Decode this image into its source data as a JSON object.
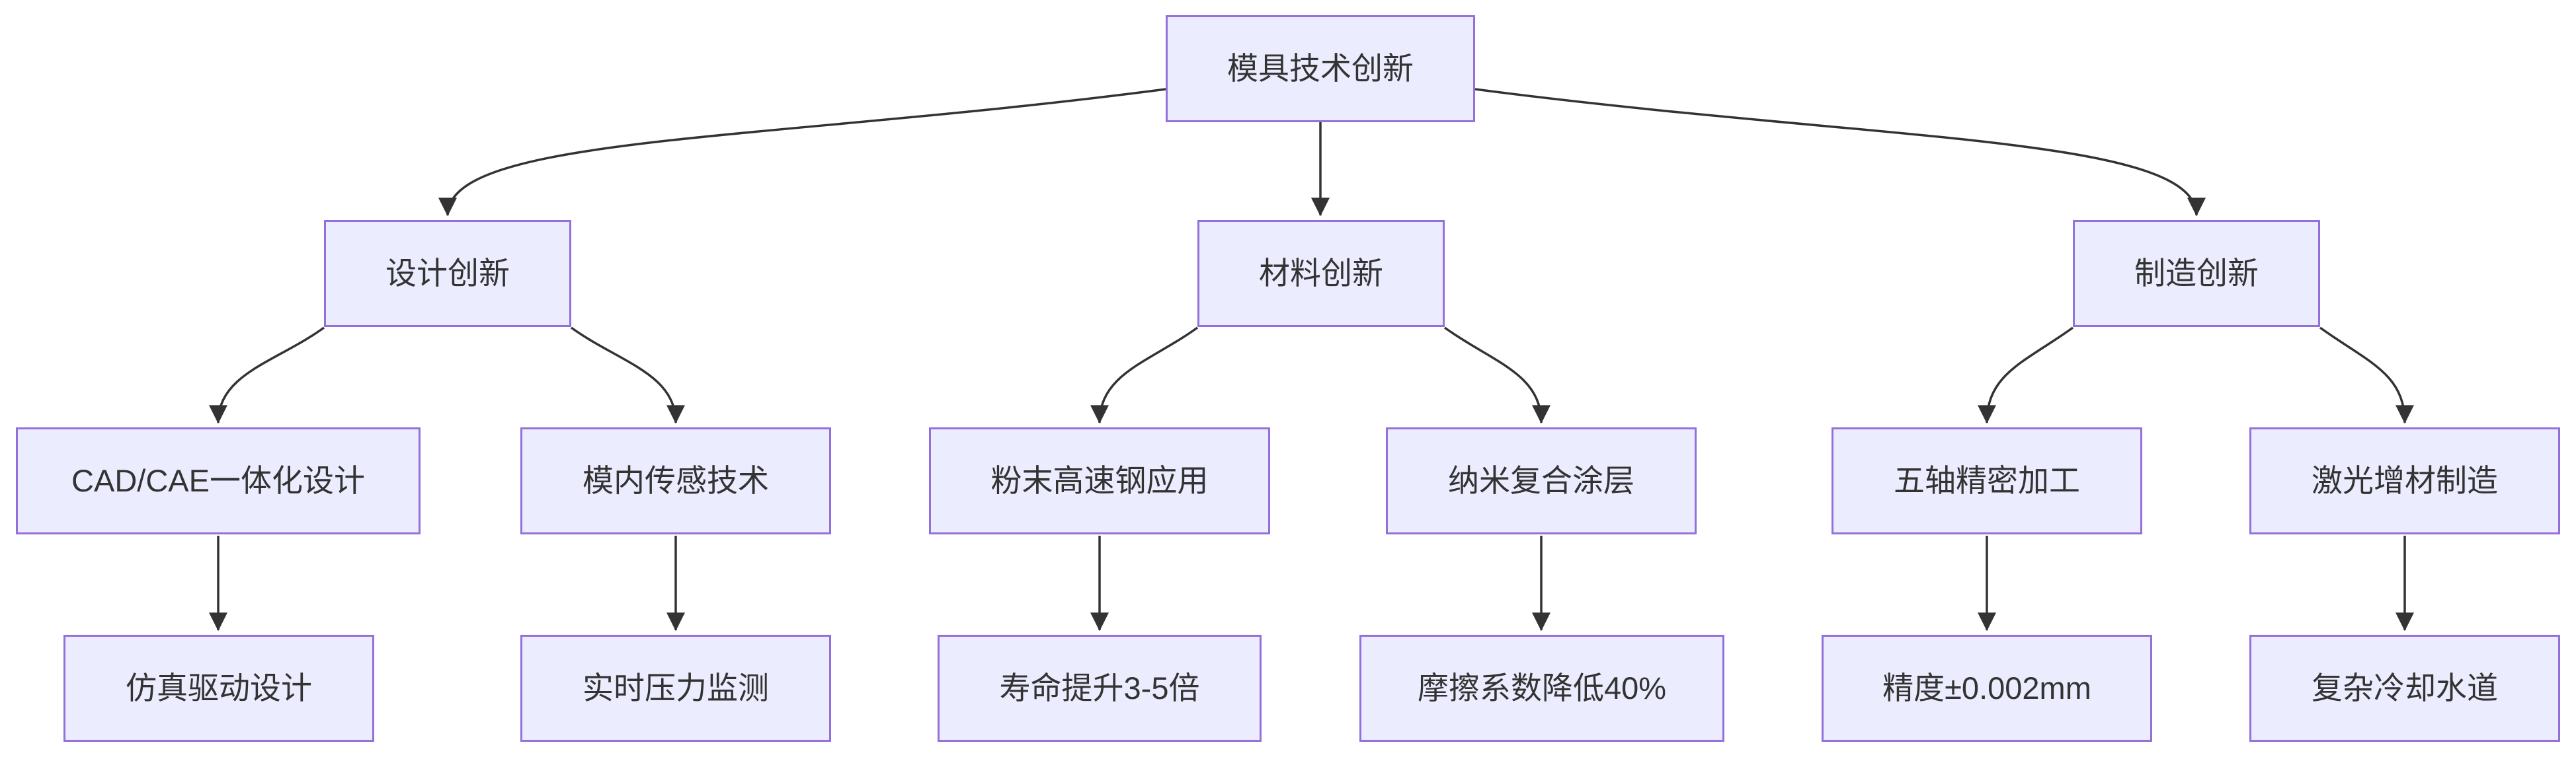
{
  "diagram": {
    "type": "flowchart",
    "direction": "top-down",
    "title": "模具技术创新",
    "background_color": "#ffffff",
    "node_fill_color": "#ECECFF",
    "node_border_color": "#9370DB",
    "edge_color": "#333333",
    "text_color": "#333333"
  },
  "nodes": [
    {
      "id": "root",
      "label": "模具技术创新",
      "level": 1
    },
    {
      "id": "design",
      "label": "设计创新",
      "level": 2
    },
    {
      "id": "material",
      "label": "材料创新",
      "level": 2
    },
    {
      "id": "manufacturing",
      "label": "制造创新",
      "level": 2
    },
    {
      "id": "cad-cae",
      "label": "CAD/CAE一体化设计",
      "level": 3
    },
    {
      "id": "in-mold-sensing",
      "label": "模内传感技术",
      "level": 3
    },
    {
      "id": "powder-hss",
      "label": "粉末高速钢应用",
      "level": 3
    },
    {
      "id": "nano-coating",
      "label": "纳米复合涂层",
      "level": 3
    },
    {
      "id": "five-axis",
      "label": "五轴精密加工",
      "level": 3
    },
    {
      "id": "laser-am",
      "label": "激光增材制造",
      "level": 3
    },
    {
      "id": "simulation-driven",
      "label": "仿真驱动设计",
      "level": 4
    },
    {
      "id": "realtime-pressure",
      "label": "实时压力监测",
      "level": 4
    },
    {
      "id": "lifespan-boost",
      "label": "寿命提升3-5倍",
      "level": 4
    },
    {
      "id": "friction-reduce",
      "label": "摩擦系数降低40%",
      "level": 4
    },
    {
      "id": "precision",
      "label": "精度±0.002mm",
      "level": 4
    },
    {
      "id": "cooling-channels",
      "label": "复杂冷却水道",
      "level": 4
    }
  ],
  "edges": [
    {
      "from": "root",
      "to": "design"
    },
    {
      "from": "root",
      "to": "material"
    },
    {
      "from": "root",
      "to": "manufacturing"
    },
    {
      "from": "design",
      "to": "cad-cae"
    },
    {
      "from": "design",
      "to": "in-mold-sensing"
    },
    {
      "from": "material",
      "to": "powder-hss"
    },
    {
      "from": "material",
      "to": "nano-coating"
    },
    {
      "from": "manufacturing",
      "to": "five-axis"
    },
    {
      "from": "manufacturing",
      "to": "laser-am"
    },
    {
      "from": "cad-cae",
      "to": "simulation-driven"
    },
    {
      "from": "in-mold-sensing",
      "to": "realtime-pressure"
    },
    {
      "from": "powder-hss",
      "to": "lifespan-boost"
    },
    {
      "from": "nano-coating",
      "to": "friction-reduce"
    },
    {
      "from": "five-axis",
      "to": "precision"
    },
    {
      "from": "laser-am",
      "to": "cooling-channels"
    }
  ]
}
